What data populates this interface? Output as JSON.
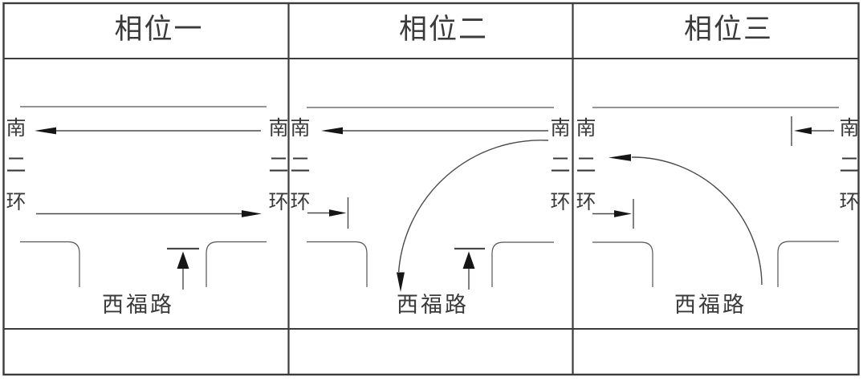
{
  "diagram": {
    "type": "traffic-signal-phase-diagram",
    "intersection": "T-intersection",
    "road_ew": "南二环",
    "road_ns": "西福路",
    "phases": [
      {
        "title": "相位一",
        "allowed_movements": [
          "南二环 westbound through",
          "南二环 eastbound through"
        ],
        "stopped_movements": [
          "西福路 northbound approach"
        ]
      },
      {
        "title": "相位二",
        "allowed_movements": [
          "南二环 westbound through",
          "westbound left turn into 西福路"
        ],
        "stopped_movements": [
          "南二环 eastbound through",
          "西福路 northbound approach"
        ]
      },
      {
        "title": "相位三",
        "allowed_movements": [
          "西福路 left turn onto 南二环 westbound"
        ],
        "stopped_movements": [
          "南二环 westbound through",
          "南二环 eastbound through"
        ]
      }
    ],
    "colors": {
      "line": "#4a4a4a",
      "border": "#3c3c3c",
      "arrow_fill": "#161616",
      "background": "#ffffff"
    }
  }
}
